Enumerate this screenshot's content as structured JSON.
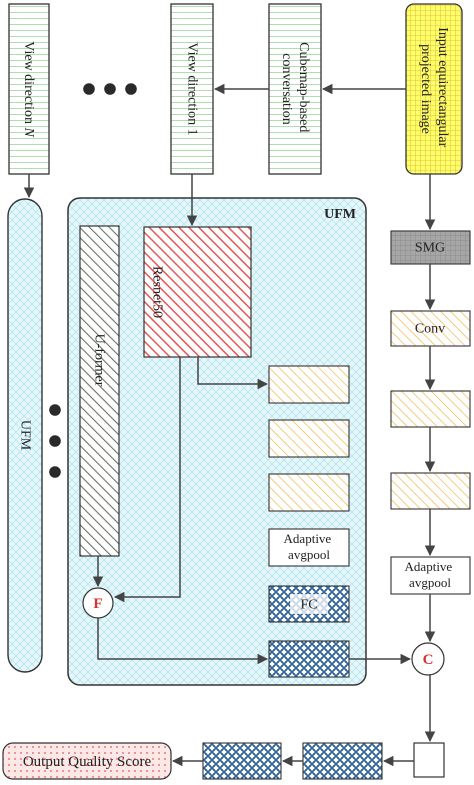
{
  "diagram": {
    "input_lines": [
      "Input equirectangular",
      "projected image"
    ],
    "cubemap_lines": [
      "Cubemap-based",
      "conversation"
    ],
    "view_direction_1": "View direction 1",
    "view_direction_n_prefix": "View direction ",
    "view_direction_n_var": "N",
    "ufm_side_label": "UFM",
    "ufm_box_label": "UFM",
    "uformer": "U-former",
    "resnet50": "Resnet50",
    "smg": "SMG",
    "conv": "Conv",
    "adaptive_avgpool_lines": [
      "Adaptive",
      "avgpool"
    ],
    "fc": "FC",
    "fusion_f": "F",
    "concat_c": "C",
    "output": "Output Quality Score"
  }
}
